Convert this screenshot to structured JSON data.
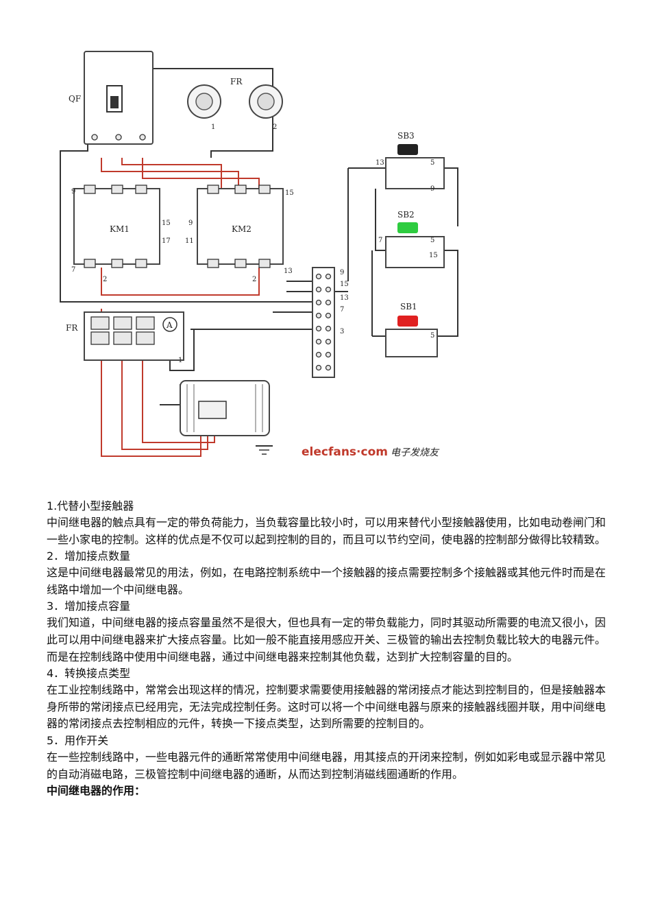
{
  "diagram": {
    "labels": {
      "qf": "QF",
      "fr_top": "FR",
      "fr_bottom": "FR",
      "km1": "KM1",
      "km2": "KM2",
      "sb1": "SB1",
      "sb2": "SB2",
      "sb3": "SB3",
      "ammeter": "A",
      "n1": "1",
      "n2": "2",
      "n3": "3",
      "n5a": "5",
      "n5b": "5",
      "n5c": "5",
      "n7a": "7",
      "n7b": "7",
      "n7c": "7",
      "n9a": "9",
      "n9b": "9",
      "n9c": "9",
      "n9d": "9",
      "n11": "11",
      "n13a": "13",
      "n13b": "13",
      "n13c": "13",
      "n15a": "15",
      "n15b": "15",
      "n15c": "15",
      "n15d": "15",
      "n17": "17",
      "n2b": "2",
      "n2c": "2",
      "n1b": "1"
    },
    "watermark_logo": "elecfans·com",
    "watermark_cn": "电子发烧友",
    "colors": {
      "sb3": "#222222",
      "sb2": "#2ecc40",
      "sb1": "#e02020",
      "wire_red": "#c0392b"
    }
  },
  "article": {
    "s1_title": "1.代替小型接触器",
    "s1_body": "中间继电器的触点具有一定的带负荷能力，当负载容量比较小时，可以用来替代小型接触器使用，比如电动卷闸门和一些小家电的控制。这样的优点是不仅可以起到控制的目的，而且可以节约空间，使电器的控制部分做得比较精致。",
    "s2_title": "2．增加接点数量",
    "s2_body": "这是中间继电器最常见的用法，例如，在电路控制系统中一个接触器的接点需要控制多个接触器或其他元件时而是在线路中增加一个中间继电器。",
    "s3_title": "3．增加接点容量",
    "s3_body": "我们知道，中间继电器的接点容量虽然不是很大，但也具有一定的带负载能力，同时其驱动所需要的电流又很小，因此可以用中间继电器来扩大接点容量。比如一般不能直接用感应开关、三极管的输出去控制负载比较大的电器元件。而是在控制线路中使用中间继电器，通过中间继电器来控制其他负载，达到扩大控制容量的目的。",
    "s4_title": "4．转换接点类型",
    "s4_body": "在工业控制线路中，常常会出现这样的情况，控制要求需要使用接触器的常闭接点才能达到控制目的，但是接触器本身所带的常闭接点已经用完，无法完成控制任务。这时可以将一个中间继电器与原来的接触器线圈并联，用中间继电器的常闭接点去控制相应的元件，转换一下接点类型，达到所需要的控制目的。",
    "s5_title": "5．用作开关",
    "s5_body": "在一些控制线路中，一些电器元件的通断常常使用中间继电器，用其接点的开闭来控制，例如如彩电或显示器中常见的自动消磁电路，三极管控制中间继电器的通断，从而达到控制消磁线圈通断的作用。",
    "final_heading": "中间继电器的作用："
  }
}
